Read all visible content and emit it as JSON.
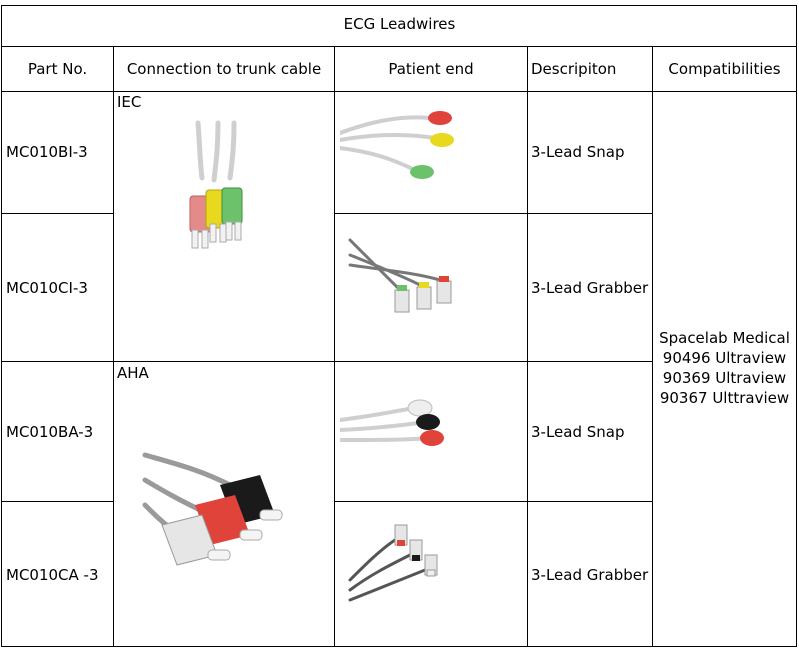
{
  "table": {
    "title": "ECG  Leadwires",
    "headers": [
      "Part No.",
      "Connection to trunk cable",
      "Patient end",
      "Descripiton",
      "Compatibilities"
    ],
    "rows": [
      {
        "part_no": "MC010BI-3",
        "description": "3-Lead  Snap"
      },
      {
        "part_no": "MC010CI-3",
        "description": "3-Lead Grabber"
      },
      {
        "part_no": "MC010BA-3",
        "description": "3-Lead  Snap"
      },
      {
        "part_no": "MC010CA -3",
        "description": "3-Lead Grabber"
      }
    ],
    "connection_groups": [
      "IEC",
      "AHA"
    ],
    "compatibilities": [
      "Spacelab Medical",
      "90496 Ultraview",
      "90369 Ultraview",
      "90367 Ulttraview"
    ]
  },
  "icons": [
    "iec-connector-image",
    "aha-connector-image",
    "snap-electrodes-image",
    "grabber-clips-image"
  ],
  "colors": {
    "border": "#000000",
    "lead_red": "#e0433a",
    "lead_yellow": "#e8d81e",
    "lead_green": "#6cc26a",
    "lead_white": "#eeeeee",
    "lead_black": "#1a1a1a",
    "lead_pink": "#e58a8a"
  }
}
